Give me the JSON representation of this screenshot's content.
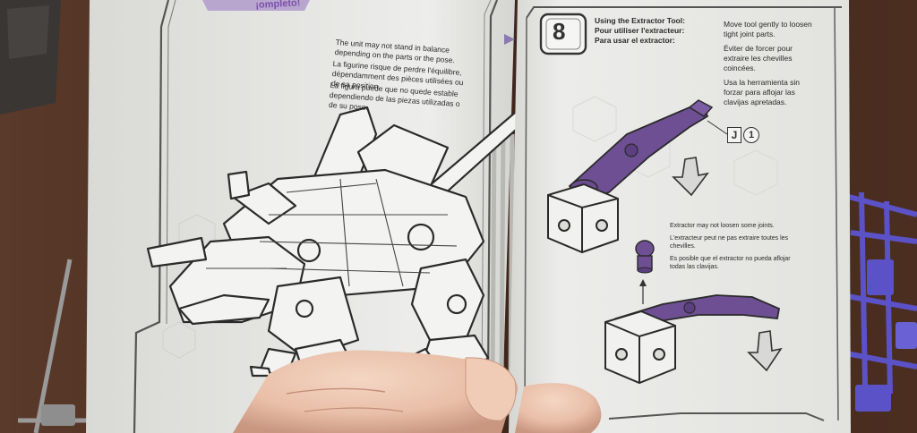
{
  "left_page": {
    "heading_fragment": "¡ompleto!",
    "note_en": "The unit may not stand in balance depending on the parts or the pose.",
    "note_fr": "La figurine risque de perdre l'équilibre, dépendamment des pièces utilisées ou de sa position.",
    "note_es": "La figura puede que no quede estable dependiendo de las piezas utilizadas o de su pose."
  },
  "right_page": {
    "step_number": "8",
    "tool_title_en": "Using the Extractor Tool:",
    "tool_title_fr": "Pour utiliser l'extracteur:",
    "tool_title_es": "Para usar el extractor:",
    "instr_en_1": "Move tool gently to loosen",
    "instr_en_2": "tight joint parts.",
    "instr_fr_1": "Éviter de forcer pour",
    "instr_fr_2": "extraire les chevilles",
    "instr_fr_3": "coincées.",
    "instr_es_1": "Usa la herramienta sin",
    "instr_es_2": "forzar para aflojar las",
    "instr_es_3": "clavijas apretadas.",
    "part_letter": "J",
    "part_number": "1",
    "warn_en": "Extractor may not loosen some joints.",
    "warn_fr_1": "L'extracteur peut ne pas extraire toutes les",
    "warn_fr_2": "chevilles.",
    "warn_es_1": "Es posible que el extractor no pueda aflojar",
    "warn_es_2": "todas las clavijas."
  },
  "colors": {
    "table": "#4a2e22",
    "paper": "#e8e7e3",
    "ink": "#2a2a2a",
    "accent_purple": "#7a4fa8",
    "tool_purple": "#6e4f93",
    "sprue_blue": "#5b52c8"
  }
}
